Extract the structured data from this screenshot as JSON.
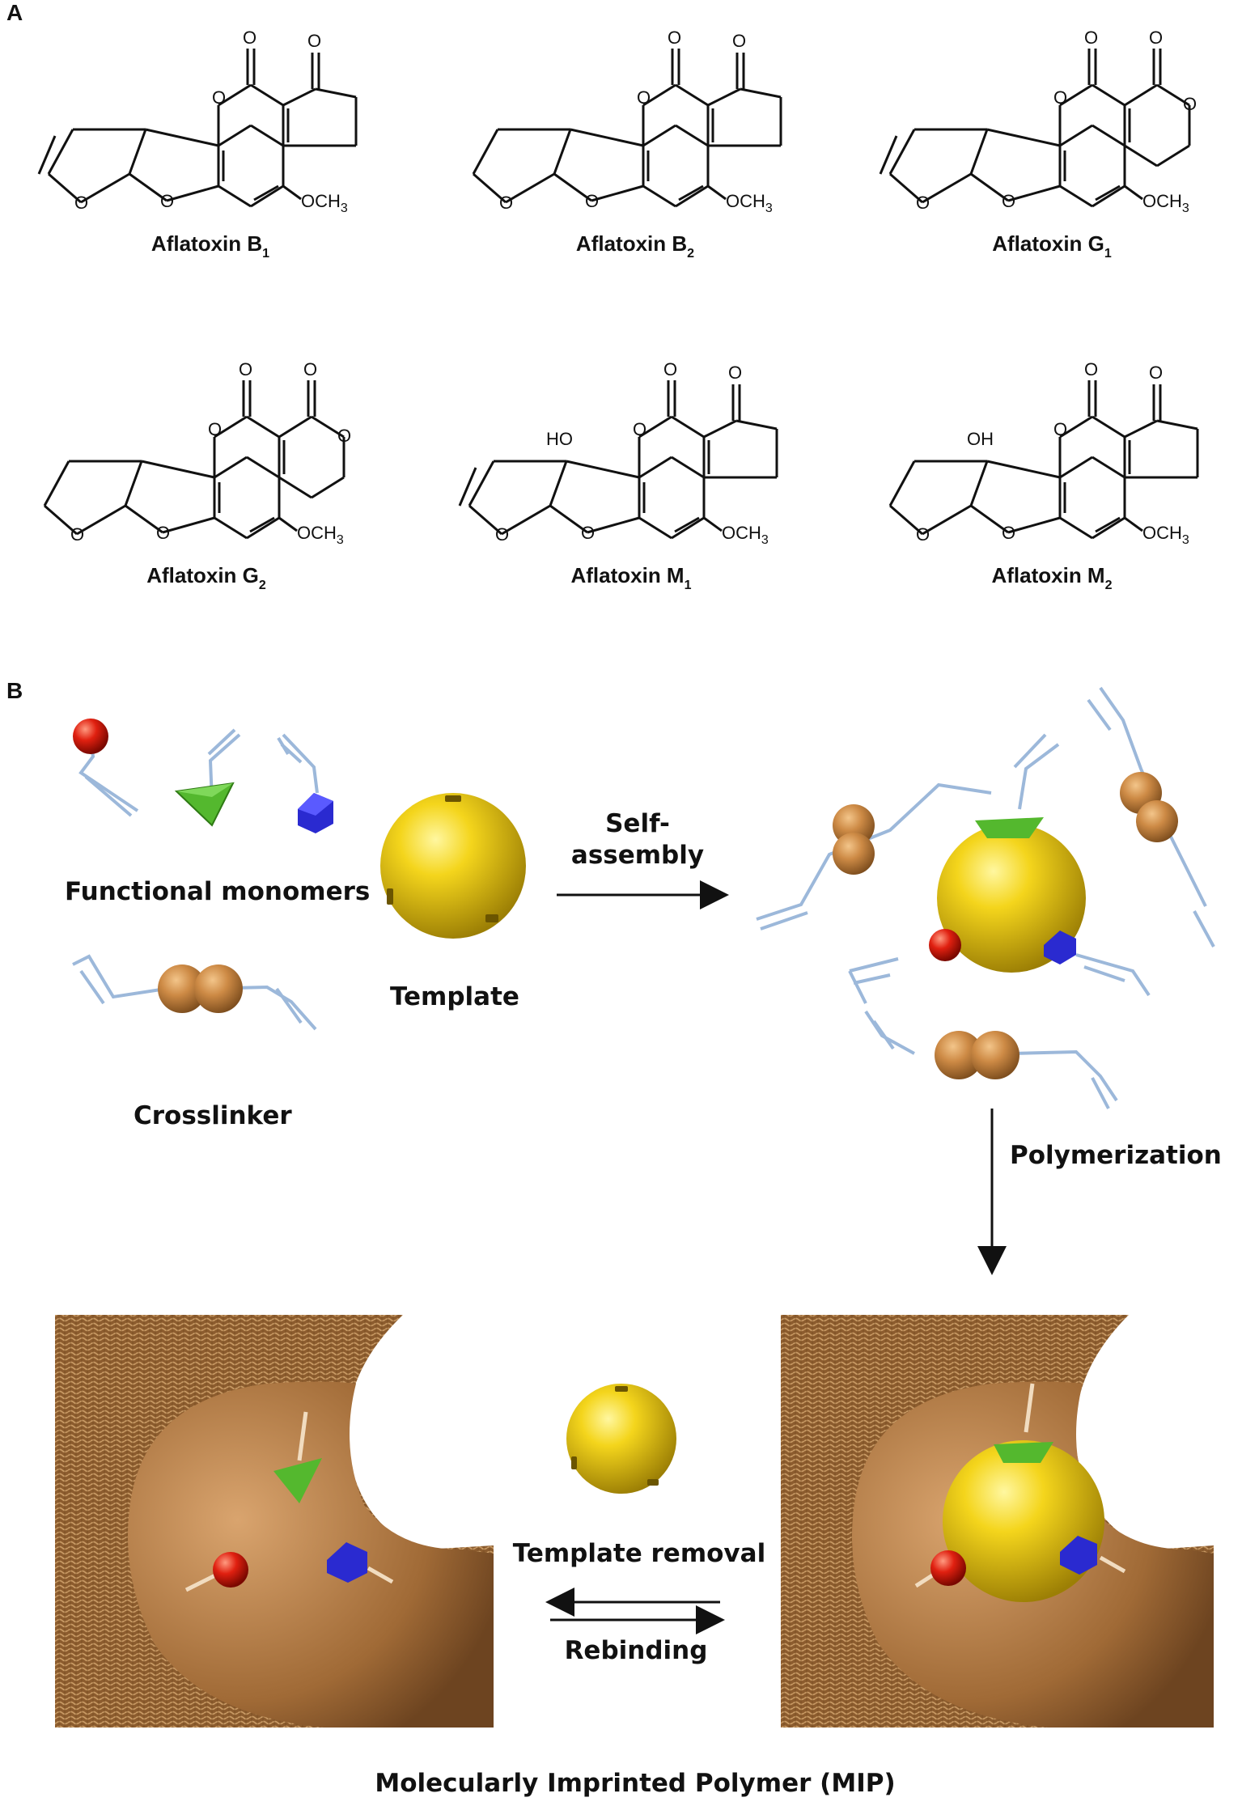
{
  "panel_a": {
    "label": "A",
    "molecules": [
      {
        "name": "Aflatoxin B",
        "subscript": "1"
      },
      {
        "name": "Aflatoxin B",
        "subscript": "2"
      },
      {
        "name": "Aflatoxin G",
        "subscript": "1"
      },
      {
        "name": "Aflatoxin G",
        "subscript": "2"
      },
      {
        "name": "Aflatoxin M",
        "subscript": "1"
      },
      {
        "name": "Aflatoxin M",
        "subscript": "2"
      }
    ],
    "atoms": {
      "oxygen": "O",
      "methoxy": "OCH",
      "methoxy_sub": "3",
      "hydroxyl_m1": "HO",
      "hydroxyl_m2": "OH"
    }
  },
  "panel_b": {
    "label": "B",
    "functional_monomers": "Functional monomers",
    "template": "Template",
    "crosslinker": "Crosslinker",
    "self_assembly_line1": "Self-",
    "self_assembly_line2": "assembly",
    "polymerization": "Polymerization",
    "template_removal": "Template removal",
    "rebinding": "Rebinding",
    "mip": "Molecularly Imprinted Polymer (MIP)"
  },
  "colors": {
    "template": "#f2d21c",
    "crosslinker": "#c8894a",
    "monomer_red": "#e02010",
    "monomer_green": "#54b82e",
    "monomer_blue": "#2a2ad0",
    "vinyl": "#9cb8da",
    "polymer": "#8a5a2c"
  }
}
